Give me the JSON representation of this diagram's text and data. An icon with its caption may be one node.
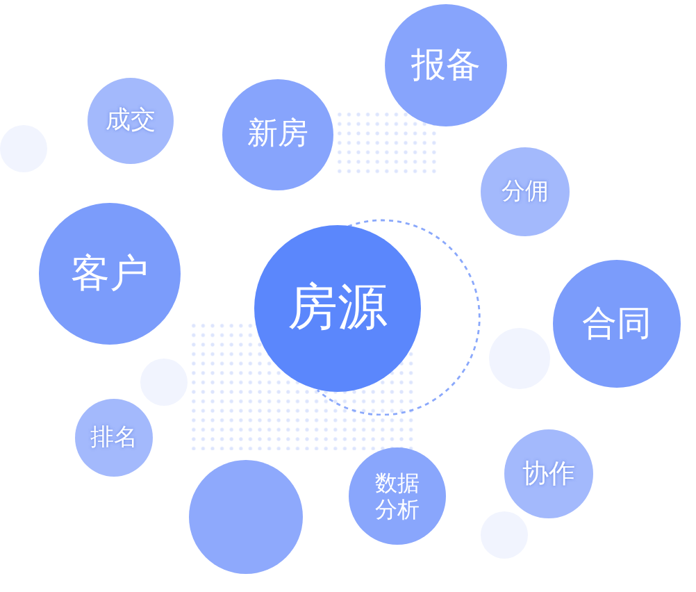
{
  "diagram": {
    "nodes": [
      {
        "text": [
          "报备"
        ]
      },
      {
        "text": [
          "成交"
        ]
      },
      {
        "text": [
          "新房"
        ]
      },
      {
        "text": [],
        "shape": "circle"
      },
      {
        "text": [
          "分佣"
        ]
      },
      {
        "text": [
          "客户"
        ]
      },
      {
        "text": [
          "房源"
        ]
      },
      {
        "text": [],
        "shape": "circle"
      },
      {
        "text": [
          "合同"
        ]
      },
      {
        "text": [],
        "shape": "circle"
      },
      {
        "text": [],
        "shape": "circle"
      },
      {
        "text": [
          "排名"
        ]
      },
      {
        "text": [
          "协作"
        ]
      },
      {
        "text": [
          "数据分析"
        ]
      },
      {
        "text": [],
        "shape": "circle"
      },
      {
        "text": [],
        "shape": "circle"
      }
    ]
  }
}
